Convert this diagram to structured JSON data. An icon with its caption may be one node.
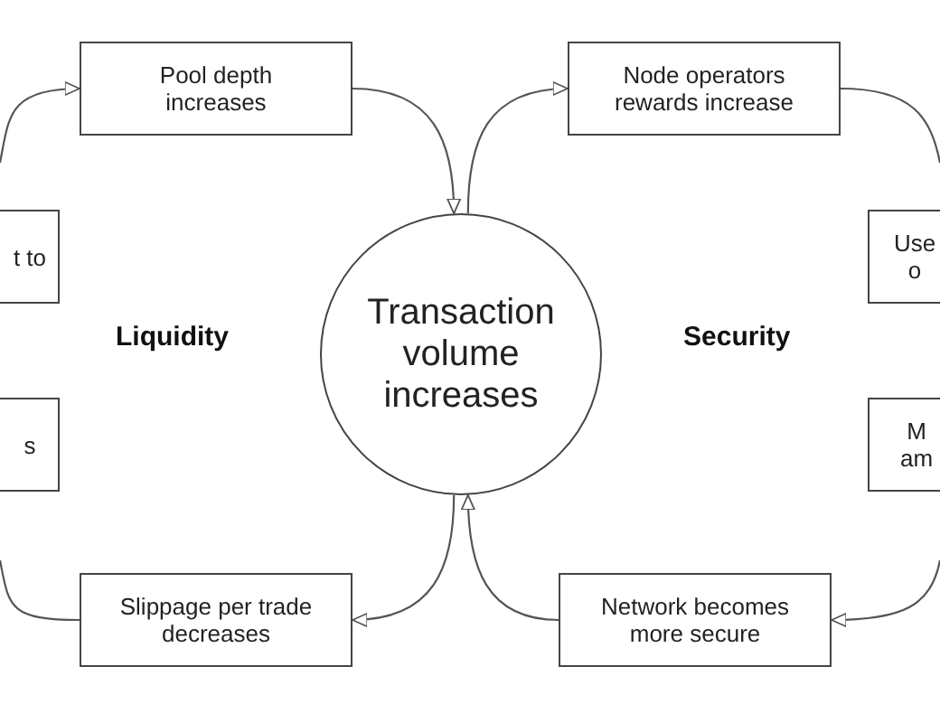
{
  "diagram": {
    "nodes": [
      {
        "text": [
          "Pool depth increases"
        ]
      },
      {
        "text": [
          "Node operators rewards increase"
        ]
      },
      {
        "text": [
          "t to"
        ]
      },
      {
        "text": [
          "Use o"
        ]
      },
      {
        "text": [
          "Transaction volume increases"
        ]
      },
      {
        "text": [
          "s"
        ]
      },
      {
        "text": [
          "M am"
        ]
      },
      {
        "text": [
          "Slippage per trade decreases"
        ]
      },
      {
        "text": [
          "Network becomes more secure"
        ]
      }
    ],
    "edges": [
      {
        "from": 0,
        "to": 4,
        "arrow": "to"
      },
      {
        "from": 4,
        "to": 1,
        "arrow": "to"
      },
      {
        "from": 1,
        "to": null,
        "arrow": "none"
      },
      {
        "from": null,
        "to": 8,
        "arrow": "to"
      },
      {
        "from": 8,
        "to": 4,
        "arrow": "to"
      },
      {
        "from": 4,
        "to": 7,
        "arrow": "to"
      },
      {
        "from": 7,
        "to": null,
        "arrow": "none"
      },
      {
        "from": null,
        "to": 0,
        "arrow": "to"
      }
    ],
    "labels": [
      "Liquidity",
      "Security"
    ]
  }
}
